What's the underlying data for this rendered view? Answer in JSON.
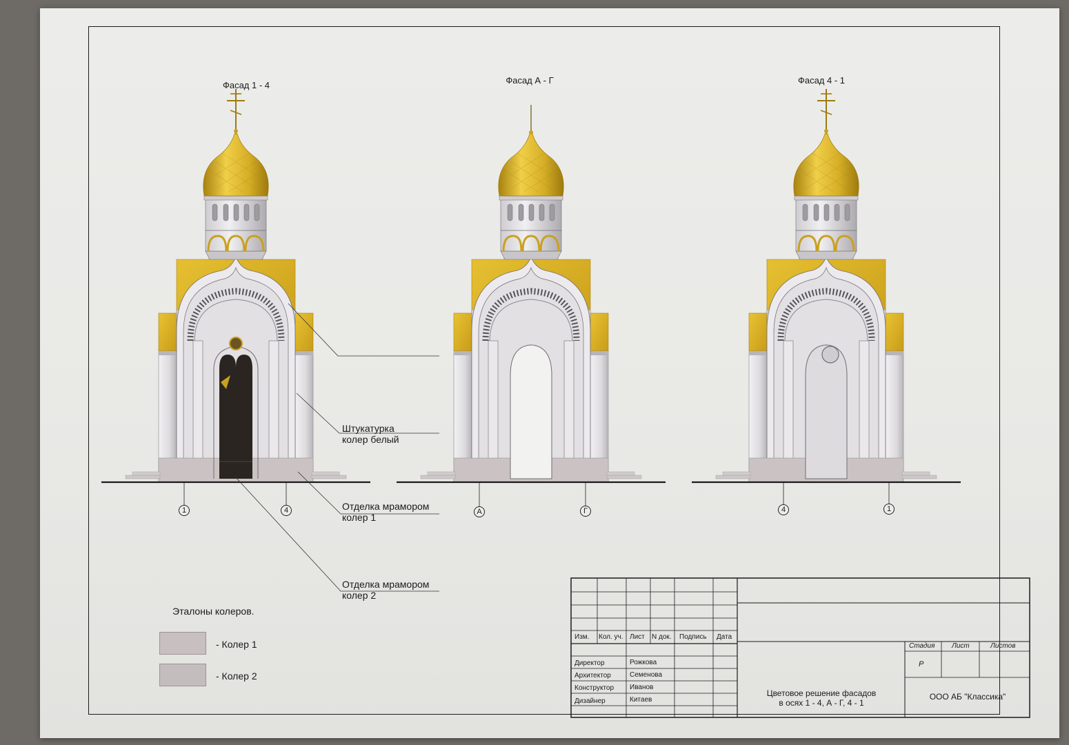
{
  "facades": [
    {
      "title": "Фасад 1 - 4",
      "axes": [
        "1",
        "4"
      ]
    },
    {
      "title": "Фасад А - Г",
      "axes": [
        "А",
        "Г"
      ]
    },
    {
      "title": "Фасад 4 - 1",
      "axes": [
        "4",
        "1"
      ]
    }
  ],
  "callouts": {
    "plaster": [
      "Штукатурка",
      "колер белый"
    ],
    "marble1": [
      "Отделка мрамором",
      "колер 1"
    ],
    "marble2": [
      "Отделка мрамором",
      "колер 2"
    ]
  },
  "legend": {
    "title": "Эталоны колеров.",
    "items": [
      {
        "label": "- Колер 1",
        "color": "#c8c0c0"
      },
      {
        "label": "- Колер 2",
        "color": "#c3bdbd"
      }
    ]
  },
  "title_block": {
    "headers": [
      "Изм.",
      "Кол. уч.",
      "Лист",
      "N док.",
      "Подпись",
      "Дата"
    ],
    "roles": [
      {
        "role": "Директор",
        "name": "Рожкова"
      },
      {
        "role": "Архитектор",
        "name": "Семенова"
      },
      {
        "role": "Конструктор",
        "name": "Иванов"
      },
      {
        "role": "Дизайнер",
        "name": "Китаев"
      }
    ],
    "stage_header": "Стадия",
    "sheet_header": "Лист",
    "sheets_header": "Листов",
    "stage_value": "Р",
    "drawing_title": [
      "Цветовое решение фасадов",
      "в осях 1 - 4, А - Г, 4 - 1"
    ],
    "company": "ООО АБ \"Классика\""
  },
  "colors": {
    "gold": "#d8b22a",
    "gold_dark": "#b48c12",
    "plaster": "#e6e4e6",
    "plaster_shade": "#bdbabe",
    "marble1": "#c8c0c0",
    "marble2": "#c3bdbd",
    "interior": "#2a2520"
  }
}
